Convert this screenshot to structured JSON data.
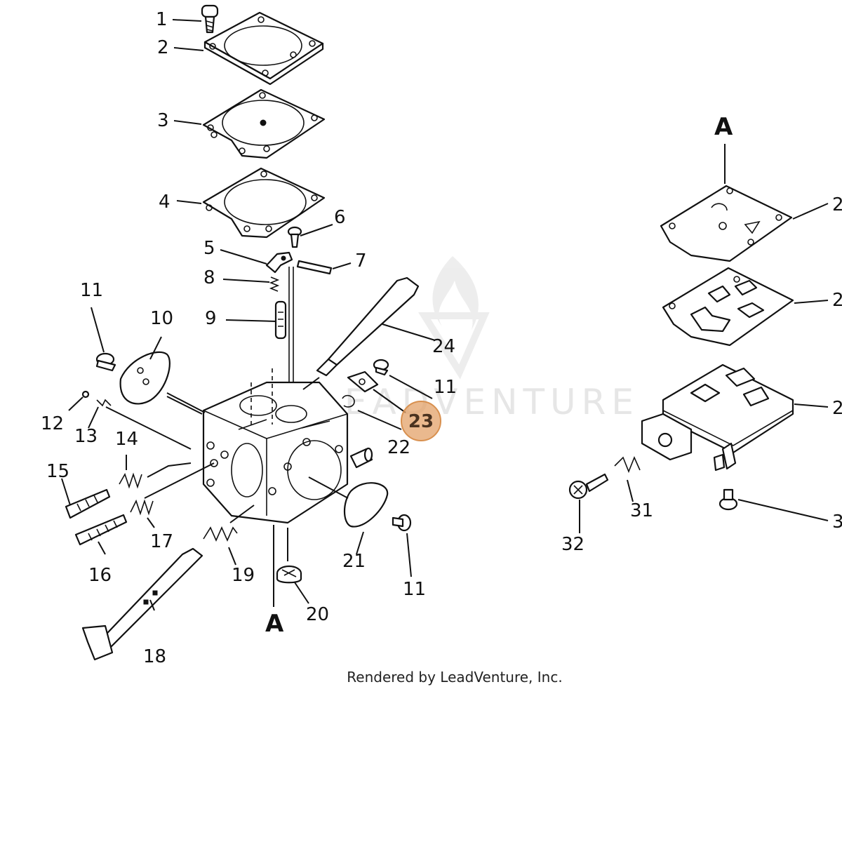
{
  "diagram": {
    "labels": {
      "p1": "1",
      "p2": "2",
      "p3": "3",
      "p4": "4",
      "p5": "5",
      "p6": "6",
      "p7": "7",
      "p8": "8",
      "p9": "9",
      "p10": "10",
      "p11a": "11",
      "p11b": "11",
      "p11c": "11",
      "p12": "12",
      "p13": "13",
      "p14": "14",
      "p15": "15",
      "p16": "16",
      "p17": "17",
      "p18": "18",
      "p19": "19",
      "p20": "20",
      "p21": "21",
      "p22": "22",
      "p24": "24",
      "a_left": "A",
      "a_right": "A",
      "r1": "2",
      "r2": "2",
      "r3": "2",
      "r31": "31",
      "r32": "32",
      "r3x": "3"
    },
    "highlight": {
      "label": "23",
      "color": "#e3a268"
    },
    "watermark": "LEADVENTURE",
    "credit": "Rendered by LeadVenture, Inc."
  }
}
